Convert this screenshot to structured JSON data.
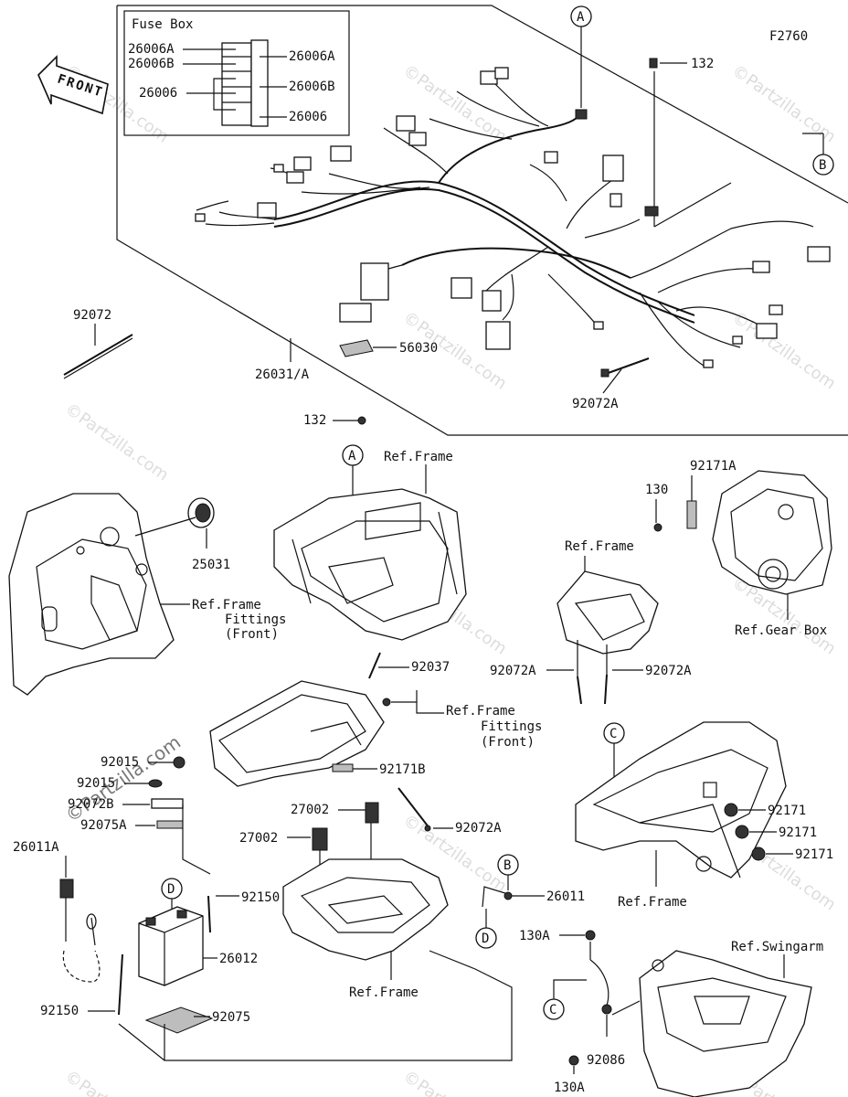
{
  "figure_id": "F2760",
  "front_label": "FRONT",
  "fuse_box": {
    "title": "Fuse Box",
    "left_labels": [
      "26006A",
      "26006B",
      "26006"
    ],
    "right_labels": [
      "26006A",
      "26006B",
      "26006"
    ]
  },
  "callouts": {
    "A": "A",
    "B": "B",
    "C": "C",
    "D": "D"
  },
  "parts": {
    "p132_top": "132",
    "p92072": "92072",
    "p26031A": "26031/A",
    "p56030": "56030",
    "p92072A_top": "92072A",
    "p132_mid": "132",
    "p92171A": "92171A",
    "p130": "130",
    "p25031": "25031",
    "p92037": "92037",
    "p92072A_l": "92072A",
    "p92072A_r": "92072A",
    "p92171B": "92171B",
    "p92015_a": "92015",
    "p92015_b": "92015",
    "p92072B": "92072B",
    "p92075A": "92075A",
    "p26011A": "26011A",
    "p27002_a": "27002",
    "p27002_b": "27002",
    "p92072A_m": "92072A",
    "p92150_r": "92150",
    "p26011": "26011",
    "p26012": "26012",
    "p92075": "92075",
    "p92150_l": "92150",
    "p92171_1": "92171",
    "p92171_2": "92171",
    "p92171_3": "92171",
    "p130A_top": "130A",
    "p92086": "92086",
    "p130A_bot": "130A"
  },
  "references": {
    "ref_frame_top": "Ref.Frame",
    "ref_frame_fittings_l": [
      "Ref.Frame",
      "Fittings",
      "(Front)"
    ],
    "ref_frame_mid": "Ref.Frame",
    "ref_gear_box": "Ref.Gear Box",
    "ref_frame_fittings_c": [
      "Ref.Frame",
      "Fittings",
      "(Front)"
    ],
    "ref_frame_c": "Ref.Frame",
    "ref_frame_bottom": "Ref.Frame",
    "ref_swingarm": "Ref.Swingarm"
  },
  "watermark": "©Partzilla.com"
}
